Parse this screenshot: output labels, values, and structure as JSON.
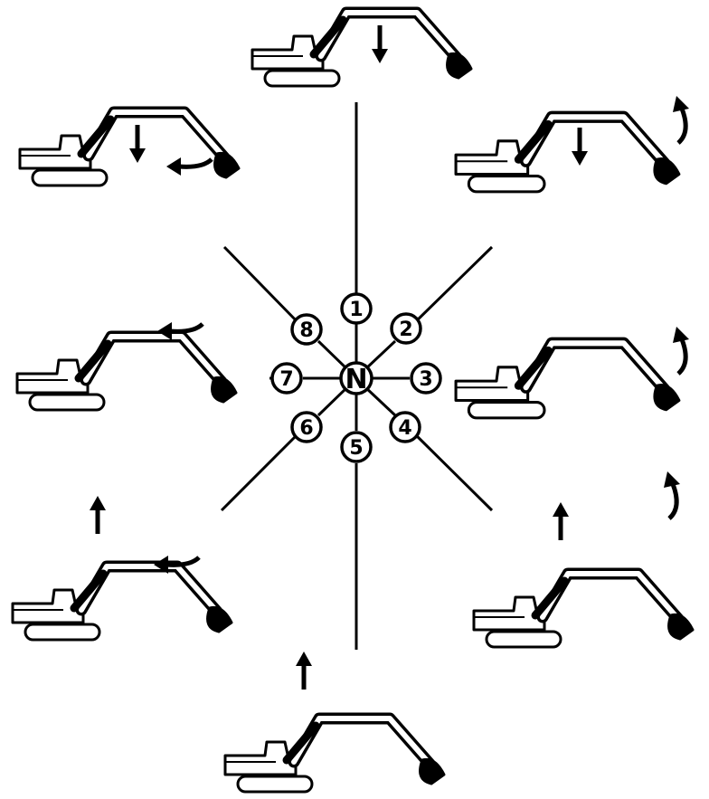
{
  "center": {
    "label": "N"
  },
  "positions": [
    {
      "id": 1,
      "label": "1",
      "boom": "lower",
      "bucket": "hold"
    },
    {
      "id": 2,
      "label": "2",
      "boom": "lower",
      "bucket": "dump"
    },
    {
      "id": 3,
      "label": "3",
      "boom": "hold",
      "bucket": "dump"
    },
    {
      "id": 4,
      "label": "4",
      "boom": "raise",
      "bucket": "dump"
    },
    {
      "id": 5,
      "label": "5",
      "boom": "raise",
      "bucket": "hold"
    },
    {
      "id": 6,
      "label": "6",
      "boom": "raise",
      "bucket": "curl"
    },
    {
      "id": 7,
      "label": "7",
      "boom": "hold",
      "bucket": "curl"
    },
    {
      "id": 8,
      "label": "8",
      "boom": "lower",
      "bucket": "curl"
    }
  ]
}
